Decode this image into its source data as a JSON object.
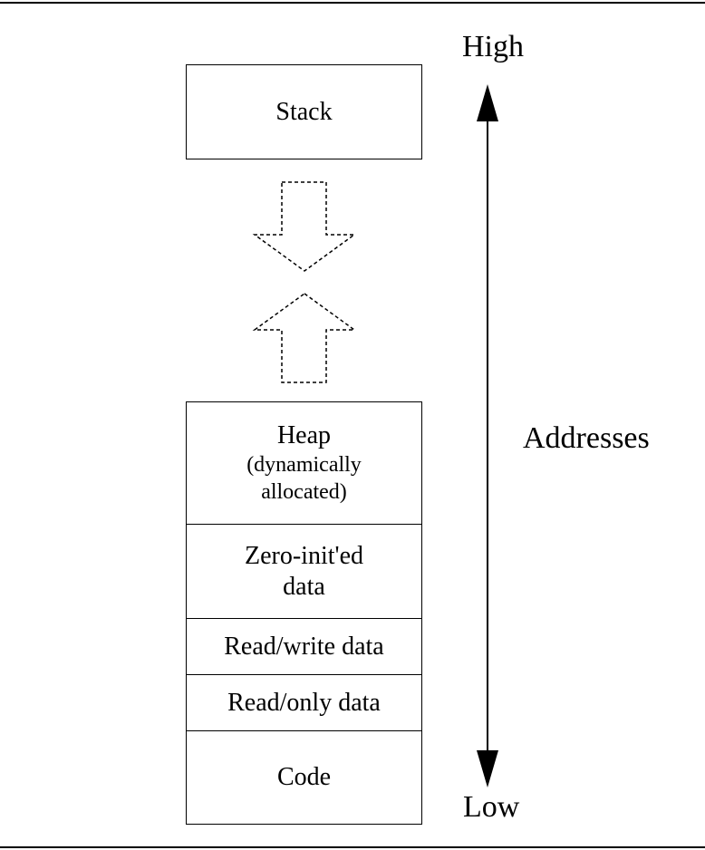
{
  "diagram": {
    "stack_label": "Stack",
    "segments": {
      "heap_title": "Heap",
      "heap_sub_1": "(dynamically",
      "heap_sub_2": "allocated)",
      "zero_line_1": "Zero-init'ed",
      "zero_line_2": "data",
      "read_write": "Read/write data",
      "read_only": "Read/only data",
      "code": "Code"
    },
    "axis": {
      "high": "High",
      "low": "Low",
      "label": "Addresses"
    }
  }
}
